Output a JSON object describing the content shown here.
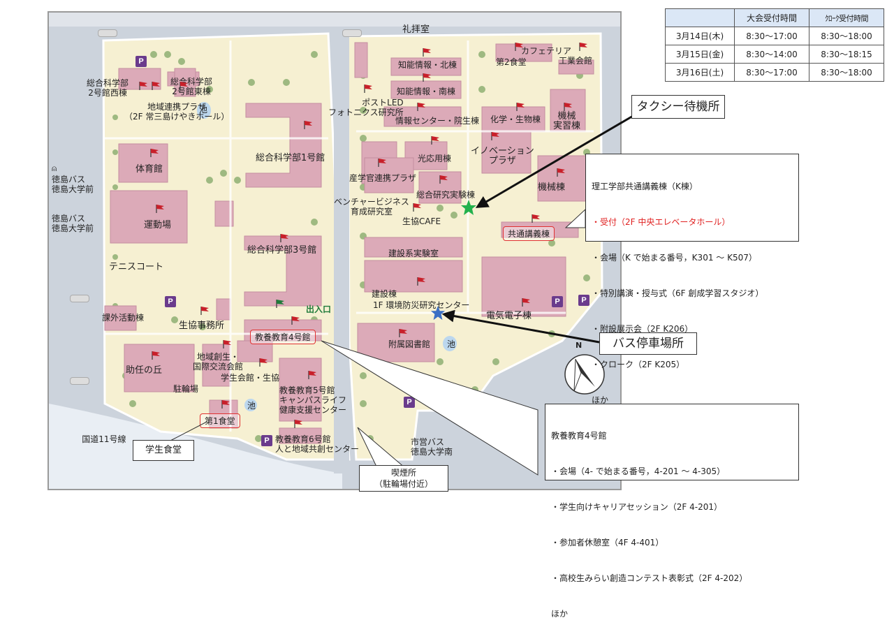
{
  "reception_table": {
    "headers": [
      "",
      "大会受付時間",
      "ｸﾛｰｸ受付時間"
    ],
    "rows": [
      [
        "3月14日(木)",
        "8:30～17:00",
        "8:30～18:00"
      ],
      [
        "3月15日(金)",
        "8:30～14:00",
        "8:30～18:15"
      ],
      [
        "3月16日(土)",
        "8:30～17:00",
        "8:30～18:00"
      ]
    ]
  },
  "buildings": {
    "sougou2west": "総合科学部\n2号館西棟",
    "sougou2east": "総合科学部\n2号館東棟",
    "chiiki_plaza": "地域連携プラザ\n（2F 常三島けやきホール）",
    "pond": "池",
    "gym": "体育館",
    "sougou1": "総合科学部1号館",
    "undojo": "運動場",
    "sougou3": "総合科学部3号館",
    "tennis": "テニスコート",
    "kagai": "課外活動棟",
    "seikyo_jimusho": "生協事務所",
    "kyoyo4": "教養教育4号館",
    "josei_no_oka": "助任の丘",
    "chiiki_sosei": "地域創生・\n国際交流会館",
    "gakusei_kaikan": "学生会館・生協",
    "churinjo": "駐輪場",
    "kyoyo5": "教養教育5号館\nキャンパスライフ\n健康支援センター",
    "dai1shokudo": "第1食堂",
    "kyoyo6": "教養教育6号館\n人と地域共創センター",
    "reihaishitsu": "礼拝室",
    "chino_kita": "知能情報・北棟",
    "chino_minami": "知能情報・南棟",
    "post_led": "ポストLED\nフォトニクス研究所",
    "joho_center": "情報センター・院生棟",
    "cafeteria": "カフェテリア",
    "dai2shokudo": "第2食堂",
    "kogyo_kaikan": "工業会館",
    "kagaku": "化学・生物棟",
    "kikai_jikken": "機械\n実習棟",
    "koyo": "光応用棟",
    "innovation": "イノベーション\nプラザ",
    "sangaku": "産学官連携プラザ",
    "sogo_kenkyu": "総合研究実験棟",
    "kikai": "機械棟",
    "venture": "ベンチャービジネス\n育成研究室",
    "seikyo_cafe": "生協CAFE",
    "kyotsu": "共通講義棟",
    "kensetsu_jikken": "建設系実験室",
    "kensetsu": "建設棟",
    "bosai": "1F 環境防災研究センター",
    "denki": "電気電子棟",
    "fuzoku_tosho": "附属図書館",
    "entrance": "出入口",
    "tennis_court": "テニスコート"
  },
  "bus_stops": {
    "tokushima_bus_1": "徳島バス\n徳島大学前",
    "tokushima_bus_2": "徳島バス\n徳島大学前",
    "shiei_bus": "市営バス\n徳島大学南"
  },
  "road": "国道11号線",
  "north": "N",
  "callouts": {
    "taxi": "タクシー待機所",
    "bus_parking": "バス停車場所",
    "gakusei_shokudo": "学生食堂",
    "smoking": "喫煙所\n（駐輪場付近）",
    "kyotsu_box": {
      "title": "理工学部共通講義棟（K棟）",
      "lines": [
        "・受付（2F 中央エレベータホール）",
        "・会場（K で始まる番号，K301 ～ K507）",
        "・特別講演・授与式（6F 創成学習スタジオ）",
        "・附設展示会（2F K206）",
        "・クローク（2F K205）",
        "ほか"
      ]
    },
    "kyoyo_box": {
      "title": "教養教育4号館",
      "lines": [
        "・会場（4- で始まる番号，4-201 ～ 4-305）",
        "・学生向けキャリアセッション（2F 4-201）",
        "・参加者休憩室（4F 4-401）",
        "・高校生みらい創造コンテスト表彰式（2F 4-202）",
        "ほか"
      ]
    }
  },
  "colors": {
    "campus": "#f6f0d2",
    "building": "#dcaab8",
    "road": "#ccd3dc",
    "tree": "#8fb073",
    "flag": "#c8202a",
    "parking": "#6a3b8c",
    "highlight": "#e03030",
    "taxi_star": "#22b14c",
    "bus_star": "#3a6fc4"
  }
}
